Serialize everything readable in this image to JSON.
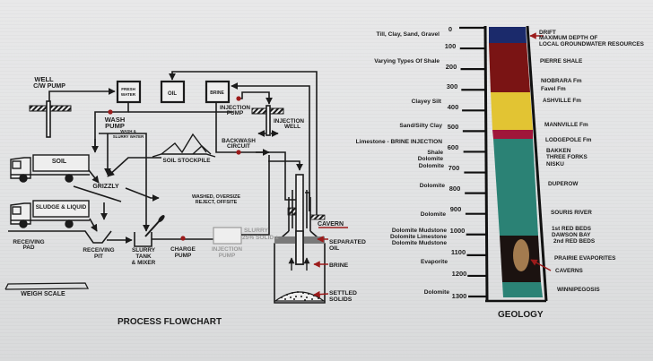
{
  "flowchart": {
    "title": "PROCESS FLOWCHART",
    "labels": {
      "well_line1": "WELL",
      "well_line2": "C/W PUMP",
      "fresh_water_line1": "FRESH",
      "fresh_water_line2": "WATER",
      "oil": "OIL",
      "brine_tank": "BRINE",
      "wash_pump_line1": "WASH",
      "wash_pump_line2": "PUMP",
      "wash_slurry_line1": "WASH &",
      "wash_slurry_line2": "SLURRY WATER",
      "injection_pump_line1": "INJECTION",
      "injection_pump_line2": "PUMP",
      "injection_well_line1": "INJECTION",
      "injection_well_line2": "WELL",
      "backwash_line1": "BACKWASH",
      "backwash_line2": "CIRCUIT",
      "soil_truck": "SOIL",
      "sludge_truck": "SLUDGE & LIQUID",
      "soil_stockpile": "SOIL STOCKPILE",
      "grizzly": "GRIZZLY",
      "washed_line1": "WASHED, OVERSIZE",
      "washed_line2": "REJECT, OFFSITE",
      "receiving_pad_line1": "RECEIVING",
      "receiving_pad_line2": "PAD",
      "receiving_pit_line1": "RECEIVING",
      "receiving_pit_line2": "PIT",
      "slurry_tank_line1": "SLURRY",
      "slurry_tank_line2": "TANK",
      "slurry_tank_line3": "& MIXER",
      "charge_pump_line1": "CHARGE",
      "charge_pump_line2": "PUMP",
      "injection_pump2_line1": "INJECTION",
      "injection_pump2_line2": "PUMP",
      "slurry_line1": "SLURRY",
      "slurry_line2": "25% SOLID ±",
      "weigh_scale": "WEIGH SCALE",
      "cavern": "CAVERN",
      "separated_oil_line1": "SEPARATED",
      "separated_oil_line2": "OIL",
      "brine": "BRINE",
      "settled_line1": "SETTLED",
      "settled_line2": "SOLIDS"
    }
  },
  "geology": {
    "title": "GEOLOGY",
    "depth_ticks": [
      "0",
      "100",
      "200",
      "300",
      "400",
      "500",
      "600",
      "700",
      "800",
      "900",
      "1000",
      "1100",
      "1200",
      "1300"
    ],
    "lithology_left": [
      "Till, Clay, Sand, Gravel",
      "Varying Types Of Shale",
      "Clayey Silt",
      "Sand/Silty Clay",
      "Limestone - BRINE INJECTION",
      "Shale",
      "Dolomite",
      "Dolomite",
      "Dolomite",
      "Dolomite",
      "Dolomite Mudstone",
      "Dolomite Limestone",
      "Dolomite Mudstone",
      "Evaporite",
      "Dolomite"
    ],
    "formations_right": [
      "DRIFT",
      "MAXIMUM DEPTH OF",
      "LOCAL GROUNDWATER RESOURCES",
      "PIERRE SHALE",
      "NIOBRARA Fm",
      "Favel Fm",
      "ASHVILLE Fm",
      "MANNVILLE Fm",
      "LODGEPOLE Fm",
      "BAKKEN",
      "THREE FORKS",
      "NISKU",
      "DUPEROW",
      "SOURIS RIVER",
      "1st RED BEDS",
      "DAWSON BAY",
      "2nd RED BEDS",
      "PRAIRIE EVAPORITES",
      "CAVERNS",
      "WINNIPEGOSIS"
    ],
    "column_colors": {
      "drift": "#1b2a6b",
      "shale": "#7a1414",
      "ashville": "#e2c433",
      "lodgepole": "#a0163a",
      "carbonate": "#2b8275",
      "evaporite": "#1b1210",
      "cavern": "#a37b4f"
    }
  }
}
